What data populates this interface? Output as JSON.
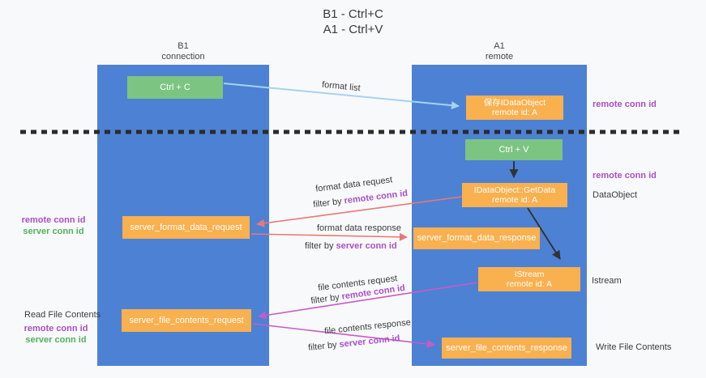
{
  "title": {
    "line1": "B1 - Ctrl+C",
    "line2": "A1 - Ctrl+V"
  },
  "lanes": {
    "b1": {
      "name": "B1",
      "subtitle": "connection"
    },
    "a1": {
      "name": "A1",
      "subtitle": "remote"
    }
  },
  "boxes": {
    "ctrl_c": "Ctrl + C",
    "ctrl_v": "Ctrl + V",
    "save_idataobject": {
      "line1": "保存IDataObject",
      "line2": "remote id: A"
    },
    "getdata": {
      "line1": "IDataObject::GetData",
      "line2": "remote id: A"
    },
    "istream": {
      "line1": "IStream",
      "line2": "remote id: A"
    },
    "server_format_data_request": "server_format_data_request",
    "server_format_data_response": "server_format_data_response",
    "server_file_contents_request": "server_file_contents_request",
    "server_file_contents_response": "server_file_contents_response"
  },
  "arrow_labels": {
    "format_list": "format list",
    "format_data_request": "format data request",
    "format_data_response": "format data response",
    "file_contents_request": "file contents request",
    "file_contents_response": "file contents response",
    "filter_by": "filter by ",
    "remote_conn_id": "remote conn id",
    "server_conn_id": "server conn id"
  },
  "side_labels": {
    "remote_conn_id": "remote conn id",
    "server_conn_id": "server conn id",
    "dataobject": "DataObject",
    "istream": "Istream",
    "read_file_contents": "Read File Contents",
    "write_file_contents": "Write File Contents"
  },
  "colors": {
    "lane_blue": "#4d81d4",
    "box_green": "#7cc482",
    "box_orange": "#f9b04e",
    "arrow_light_blue": "#a6d2f0",
    "arrow_salmon": "#e87878",
    "arrow_magenta": "#c85bc8",
    "arrow_black": "#333333",
    "label_purple": "#a850c8",
    "label_green": "#55b05c",
    "background": "#f8f9fa"
  }
}
